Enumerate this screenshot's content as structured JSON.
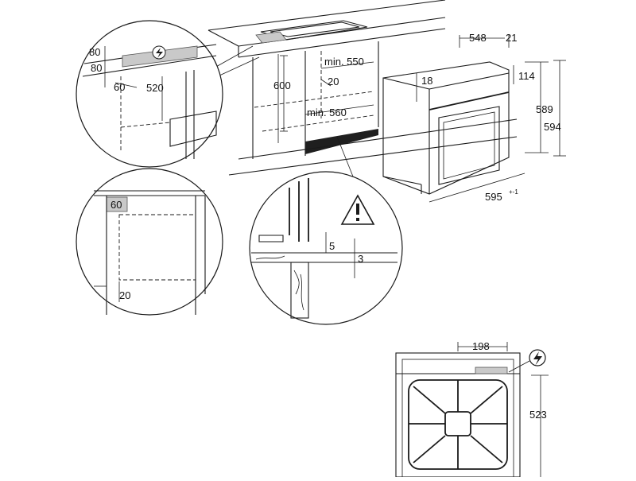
{
  "dimensions": {
    "depth_548": "548",
    "front_21": "21",
    "panel_18": "18",
    "top_114": "114",
    "height_589": "589",
    "height_594": "594",
    "width_595": "595",
    "tolerance": "+-1",
    "niche_min_550": "min. 550",
    "niche_600": "600",
    "gap_20": "20",
    "niche_min_560": "min. 560",
    "detail_80": "80",
    "detail_60": "60",
    "detail_520": "520",
    "detail_60_box": "60",
    "detail_20": "20",
    "gap_5": "5",
    "gap_3": "3",
    "plug_198": "198",
    "plug_523": "523"
  },
  "icons": {
    "electric": "lightning-bolt",
    "warning": "exclamation-triangle"
  },
  "colors": {
    "line": "#1a1a1a",
    "highlight": "#c9c9c9"
  }
}
